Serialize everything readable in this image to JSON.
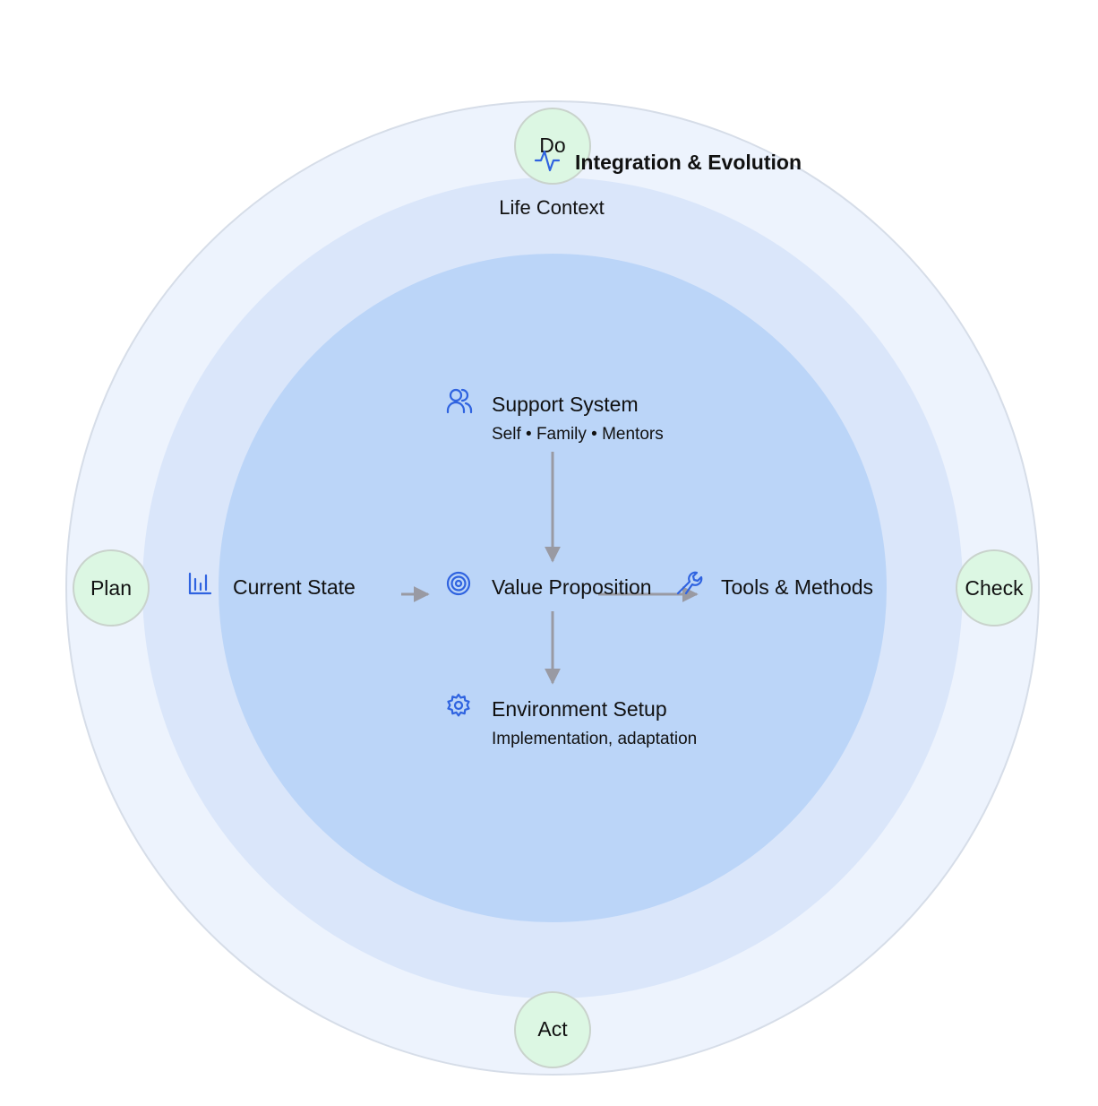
{
  "colors": {
    "outer_ring": "#edf3fd",
    "middle_ring": "#dae6fa",
    "inner_circle": "#bbd5f8",
    "ring_stroke": "#d6dde8",
    "phase_fill": "#dcf7e3",
    "phase_stroke": "#c9d3cc",
    "icon": "#2f63e0",
    "arrow": "#999aa3"
  },
  "rings": {
    "outer_label": "Integration & Evolution",
    "middle_label": "Life Context"
  },
  "phases": {
    "top": "Do",
    "left": "Plan",
    "right": "Check",
    "bottom": "Act"
  },
  "nodes": {
    "support": {
      "title": "Support System",
      "subtitle": "Self • Family • Mentors",
      "icon": "users-icon"
    },
    "current": {
      "title": "Current State",
      "icon": "bar-chart-icon"
    },
    "value": {
      "title": "Value Proposition",
      "icon": "target-icon"
    },
    "tools": {
      "title": "Tools & Methods",
      "icon": "wrench-icon"
    },
    "environment": {
      "title": "Environment Setup",
      "subtitle": "Implementation, adaptation",
      "icon": "gear-icon"
    }
  },
  "outer_icon": "activity-icon"
}
